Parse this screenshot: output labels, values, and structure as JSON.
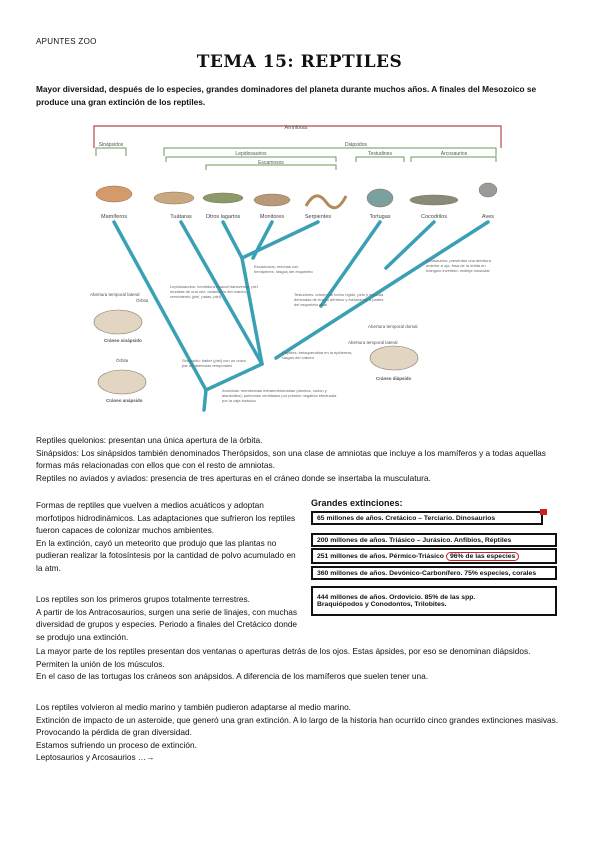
{
  "header": "APUNTES ZOO",
  "title": "TEMA 15: REPTILES",
  "intro": "Mayor diversidad, después de lo especies, grandes dominadores del planeta durante muchos años. A finales del Mesozoico se produce una gran extinción de los reptiles.",
  "tree": {
    "top_label": "Amniotas",
    "groups": [
      "Sinápsidos",
      "Diápsidos",
      "Lepidosaurios",
      "Testudines",
      "Arcosaurios",
      "Escamosos"
    ],
    "taxa": [
      "Mamíferos",
      "Tuátaras",
      "Otros lagartos",
      "Monitores",
      "Serpientes",
      "Tortugas",
      "Cocodrilos",
      "Aves"
    ],
    "annotations": [
      "Escamosos: mechas con hemipenes, rasgos del esqueleto",
      "Arcosaurios: presentan una abertura anterior a ojo; fosa de la órbita en triángulo invertido; molleja muscular",
      "Lepidosaurios: hendidura cloacal transversal; piel mudada de una vez; caracteres del cráneo, crecimiento (piel, patas, piel)",
      "Testudines: cráneo de techo rígido, pelo y espalda derivadas de hueso dérmico y fusionadas a partes del esqueleto axial",
      "Sinápsido: batter (piel) con un único par de aberturas temporales",
      "Reptiles: betaqueratina en la epidermis, rasgos del cráneo",
      "Amniotas: membranas extraembrionarias (amnios, corion y alantoides); pulmones ventilados por presión negativa efectuada por la caja torácica"
    ],
    "skull_labels": {
      "syn_opening": "Abertura temporal lateral",
      "syn_orbit": "Órbita",
      "syn_name": "Cráneo sinápsido",
      "ana_orbit": "Órbita",
      "ana_name": "Cráneo anápsido",
      "dia_dorsal": "Abertura temporal dorsal",
      "dia_lateral": "Abertura temporal lateral",
      "dia_name": "Cráneo diápsido"
    }
  },
  "paragraphs1": [
    "Reptiles quelonios: presentan una única apertura de la órbita.",
    "Sinápsidos: Los sinápsidos también denominados Therópsidos, son una clase de amniotas que incluye a los mamíferos y a todas aquellas formas más relacionadas con ellos que con el resto de amniotas.",
    "Reptiles no aviados y aviados: presencia de tres aperturas en el cráneo donde se insertaba la musculatura."
  ],
  "left_col": [
    "Formas de reptiles que vuelven a medios acuáticos y adoptan morfotipos hidrodinámicos. Las adaptaciones que sufrieron los reptiles fueron capaces de colonizar muchos ambientes.",
    "En la extinción, cayó un meteorito que produjo que las plantas no pudieran realizar la fotosíntesis por la cantidad de polvo acumulado en la atm.",
    "Los reptiles son los primeros grupos totalmente terrestres.",
    "A partir de los Antracosaurios, surgen una serie de linajes, con muchas diversidad de grupos y especies. Periodo a finales del Cretácico donde se produjo una extinción."
  ],
  "extinctions": {
    "title": "Grandes extinciones:",
    "items": [
      {
        "text": "65 millones de años. Cretácico – Terciario. Dinosaurios",
        "extra": ""
      },
      {
        "text": "200 millones de años. Triásico – Jurásico. Anfibios, Réptiles",
        "extra": ""
      },
      {
        "text": "251 millones de años. Pérmico-Triásico",
        "extra": "96% de las especies"
      },
      {
        "text": "360 millones de años. Devónico-Carbonífero. 75% especies, corales",
        "extra": ""
      },
      {
        "text": "444 millones de años. Ordovicio. 85% de las spp.",
        "extra": "Braquiópodos y Conodontos, Trilobites."
      }
    ]
  },
  "paragraphs2": [
    "La mayor parte de los reptiles presentan dos ventanas o aperturas detrás de los ojos. Estas ápsides, por eso se denominan diápsidos. Permiten la unión de los músculos.",
    "En el caso de las tortugas los cráneos son anápsidos. A diferencia de los mamíferos que suelen tener una."
  ],
  "paragraphs3": [
    "Los reptiles volvieron al medio marino y también pudieron adaptarse al medio marino.",
    "Extinción de impacto de un asteroide, que generó una gran extinción. A lo largo de la historia han ocurrido cinco grandes extinciones masivas. Provocando la pérdida de gran diversidad.",
    "Estamos sufriendo un proceso de extinción.",
    "Leptosaurios y Arcosaurios …→"
  ],
  "colors": {
    "tree_line": "#3aa0b4",
    "bracket": "#6a9a5a",
    "outline": "#b04a4a",
    "highlight": "#cc2222"
  }
}
